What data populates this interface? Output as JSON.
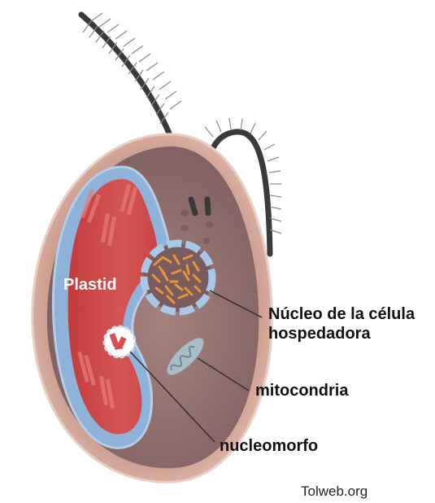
{
  "labels": {
    "plastid": "Plastid",
    "nucleus_line1": "Núcleo de la célula",
    "nucleus_line2": "hospedadora",
    "mitochondria": "mitocondria",
    "nucleomorph": "nucleomorfo",
    "source": "Tolweb.org"
  },
  "colors": {
    "outer_membrane": "#d9a999",
    "cytoplasm": "#8e706f",
    "cytoplasm_inner": "#a88681",
    "plastid_outer": "#8fb2d9",
    "plastid_stroma": "#cc4a4a",
    "plastid_dark": "#b23636",
    "flagellum": "#3a3a3a",
    "nucleus_border": "#a9c8e8",
    "chromatin": "#e6953a",
    "mitochondria": "#a9bcc9",
    "nucleomorph_core": "#d94f4f"
  }
}
